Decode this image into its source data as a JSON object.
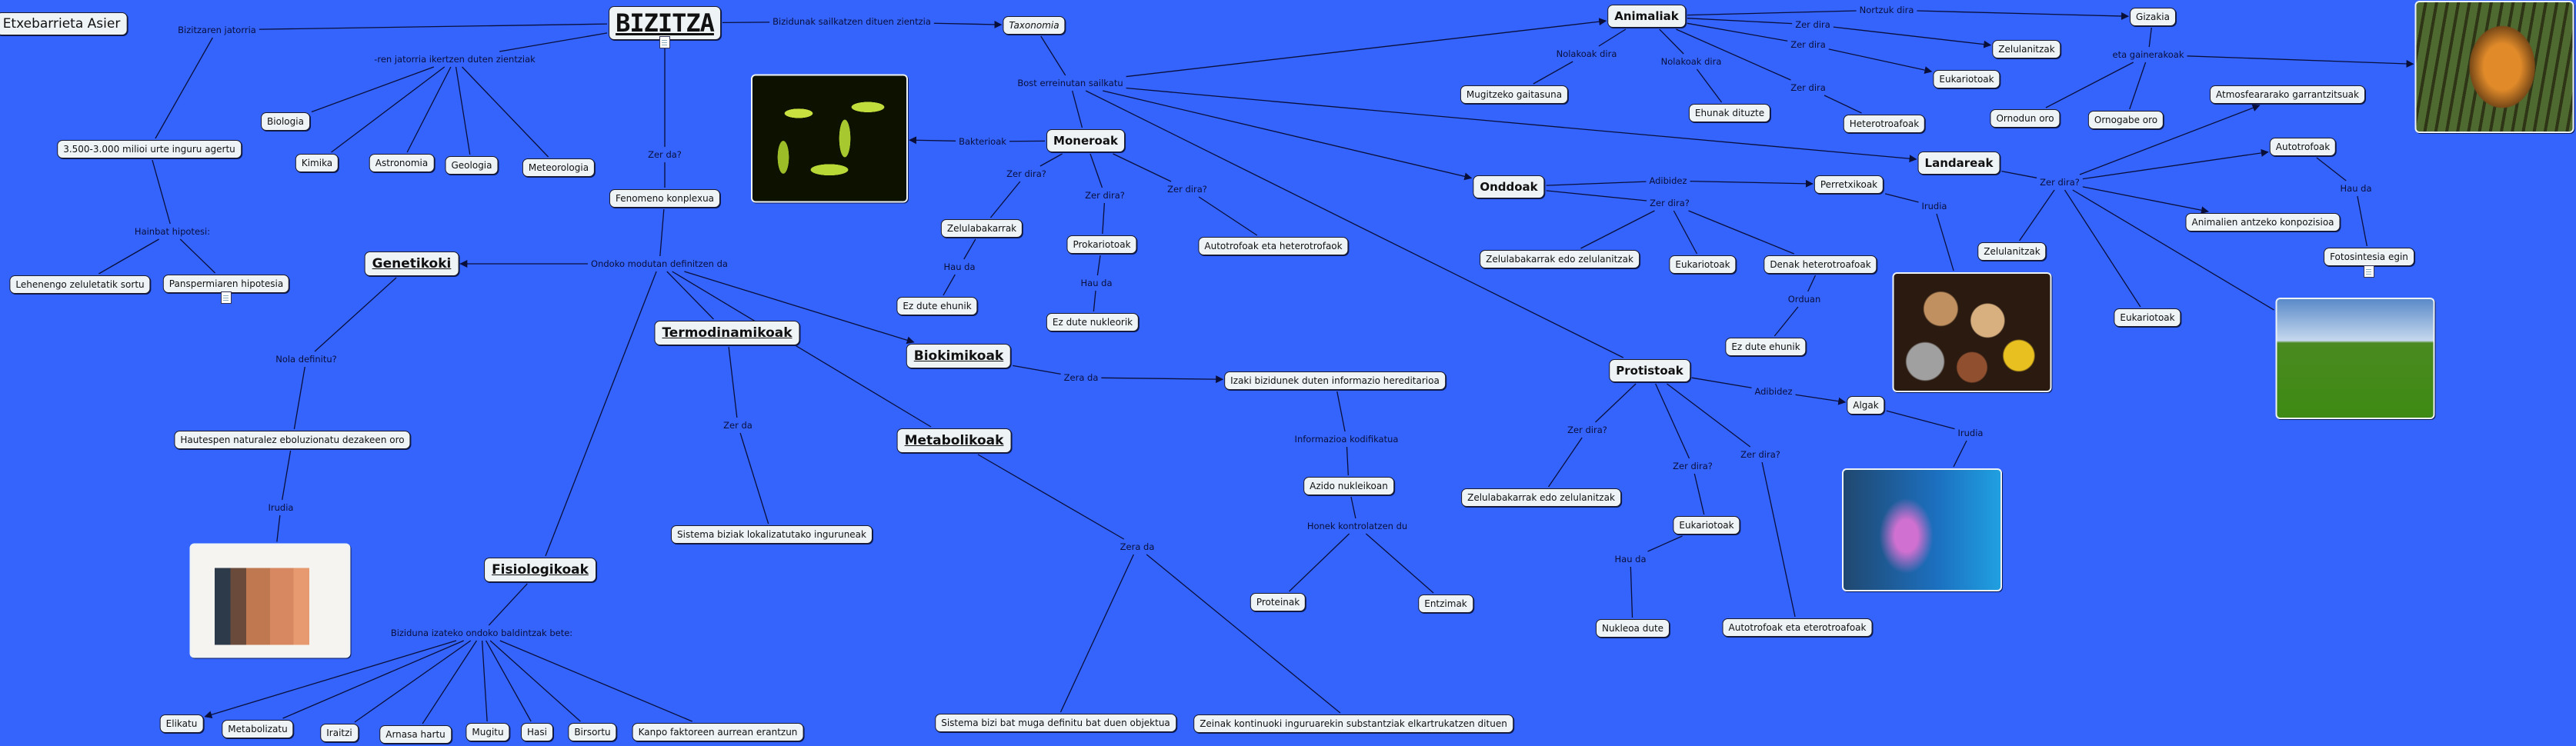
{
  "author": "Etxebarrieta Asier",
  "concepts": {
    "bizitza": "BIZITZA",
    "n3500": "3.500-3.000 milioi urte inguru agertu",
    "lehenengo": "Lehenengo zeluletatik sortu",
    "panspermia": "Panspermiaren hipotesia",
    "biologia": "Biologia",
    "kimika": "Kimika",
    "astronomia": "Astronomia",
    "geologia": "Geologia",
    "meteorologia": "Meteorologia",
    "fenomeno": "Fenomeno konplexua",
    "genetikoki": "Genetikoki",
    "hautespen": "Hautespen naturalez eboluzionatu dezakeen oro",
    "termodinamikoak": "Termodinamikoak",
    "sistemaBiziak": "Sistema biziak lokalizatutako inguruneak",
    "fisiologikoak": "Fisiologikoak",
    "elikatu": "Elikatu",
    "metabolizatu": "Metabolizatu",
    "iraitzi": "Iraitzi",
    "arnasa": "Arnasa hartu",
    "mugitu": "Mugitu",
    "hasi": "Hasi",
    "birsortu": "Birsortu",
    "kanpo": "Kanpo faktoreen aurrean erantzun",
    "biokimikoak": "Biokimikoak",
    "izaki": "Izaki bizidunek duten informazio hereditarioa",
    "azido": "Azido nukleikoan",
    "proteinak": "Proteinak",
    "entzimak": "Entzimak",
    "metabolikoak": "Metabolikoak",
    "sistemaBizi": "Sistema bizi bat muga definitu bat duen objektua",
    "zeinak": "Zeinak kontinuoki inguruarekin substantziak elkartrukatzen dituen",
    "taxonomia": "Taxonomia",
    "moneroak": "Moneroak",
    "zelulabakarrakM": "Zelulabakarrak",
    "ezDuteEhunikM": "Ez dute ehunik",
    "prokariotoak": "Prokariotoak",
    "ezDuteNukleorik": "Ez dute nukleorik",
    "autotrofoakHM": "Autotrofoak eta heterotrofaok",
    "animaliak": "Animaliak",
    "gizakia": "Gizakia",
    "zelulanitzakA": "Zelulanitzak",
    "eukariotoakA": "Eukariotoak",
    "mugitzeko": "Mugitzeko gaitasuna",
    "ehunak": "Ehunak dituzte",
    "heterotroafoakA": "Heterotroafoak",
    "ornodun": "Ornodun oro",
    "ornogabe": "Ornogabe oro",
    "landareak": "Landareak",
    "atmosfera": "Atmosfeararako garrantzitsuak",
    "autotrofoakL": "Autotrofoak",
    "animalien": "Animalien antzeko konpozisioa",
    "zelulanitzakL": "Zelulanitzak",
    "eukariotoakL": "Eukariotoak",
    "fotosintesia": "Fotosintesia egin",
    "onddoak": "Onddoak",
    "perretxikoak": "Perretxikoak",
    "zelulabakarrakO": "Zelulabakarrak edo zelulanitzak",
    "eukariotoakO": "Eukariotoak",
    "denak": "Denak heterotroafoak",
    "ezDuteEhunikO": "Ez dute ehunik",
    "protistoak": "Protistoak",
    "algak": "Algak",
    "zelulabakarrakP": "Zelulabakarrak edo zelulanitzak",
    "eukariotoakP": "Eukariotoak",
    "nukleoa": "Nukleoa dute",
    "autotrofoakEP": "Autotrofoak eta eterotroafoak"
  },
  "links": {
    "jatorria": "Bizitzaren jatorria",
    "hainbat": "Hainbat hipotesi:",
    "ren": "-ren jatorria ikertzen duten zientziak",
    "bizidunak": "Bizidunak sailkatzen dituen zientzia",
    "zerDa": "Zer da?",
    "ondoko": "Ondoko modutan definitzen da",
    "nola": "Nola definitu?",
    "irudiaE": "Irudia",
    "zerDaT": "Zer da",
    "biziduna": "Biziduna izateko ondoko baldintzak bete:",
    "zeraDaB": "Zera da",
    "info": "Informazioa kodifikatua",
    "honek": "Honek kontrolatzen du",
    "zeraDaM": "Zera da",
    "bost": "Bost erreinutan sailkatu",
    "bakterioak": "Bakterioak",
    "zdM1": "Zer dira?",
    "zdM2": "Zer dira?",
    "zdM3": "Zer dira?",
    "hauDaM1": "Hau da",
    "hauDaM2": "Hau da",
    "nortzuk": "Nortzuk dira",
    "zdA1": "Zer dira",
    "zdA2": "Zer dira",
    "zdA3": "Zer dira",
    "nol1": "Nolakoak dira",
    "nol2": "Nolakoak dira",
    "eta": "eta gainerakoak",
    "zdL": "Zer dira?",
    "hauDaL": "Hau da",
    "adibidezO": "Adibidez",
    "irudiaO": "Irudia",
    "zdO": "Zer dira?",
    "orduan": "Orduan",
    "adibidezP": "Adibidez",
    "irudiaP": "Irudia",
    "zdP1": "Zer dira?",
    "zdP2": "Zer dira?",
    "zdP3": "Zer dira?",
    "hauDaP": "Hau da"
  },
  "colors": {
    "background": "#3464fc",
    "node": "#eef3f6",
    "line": "#0a0f3a"
  }
}
